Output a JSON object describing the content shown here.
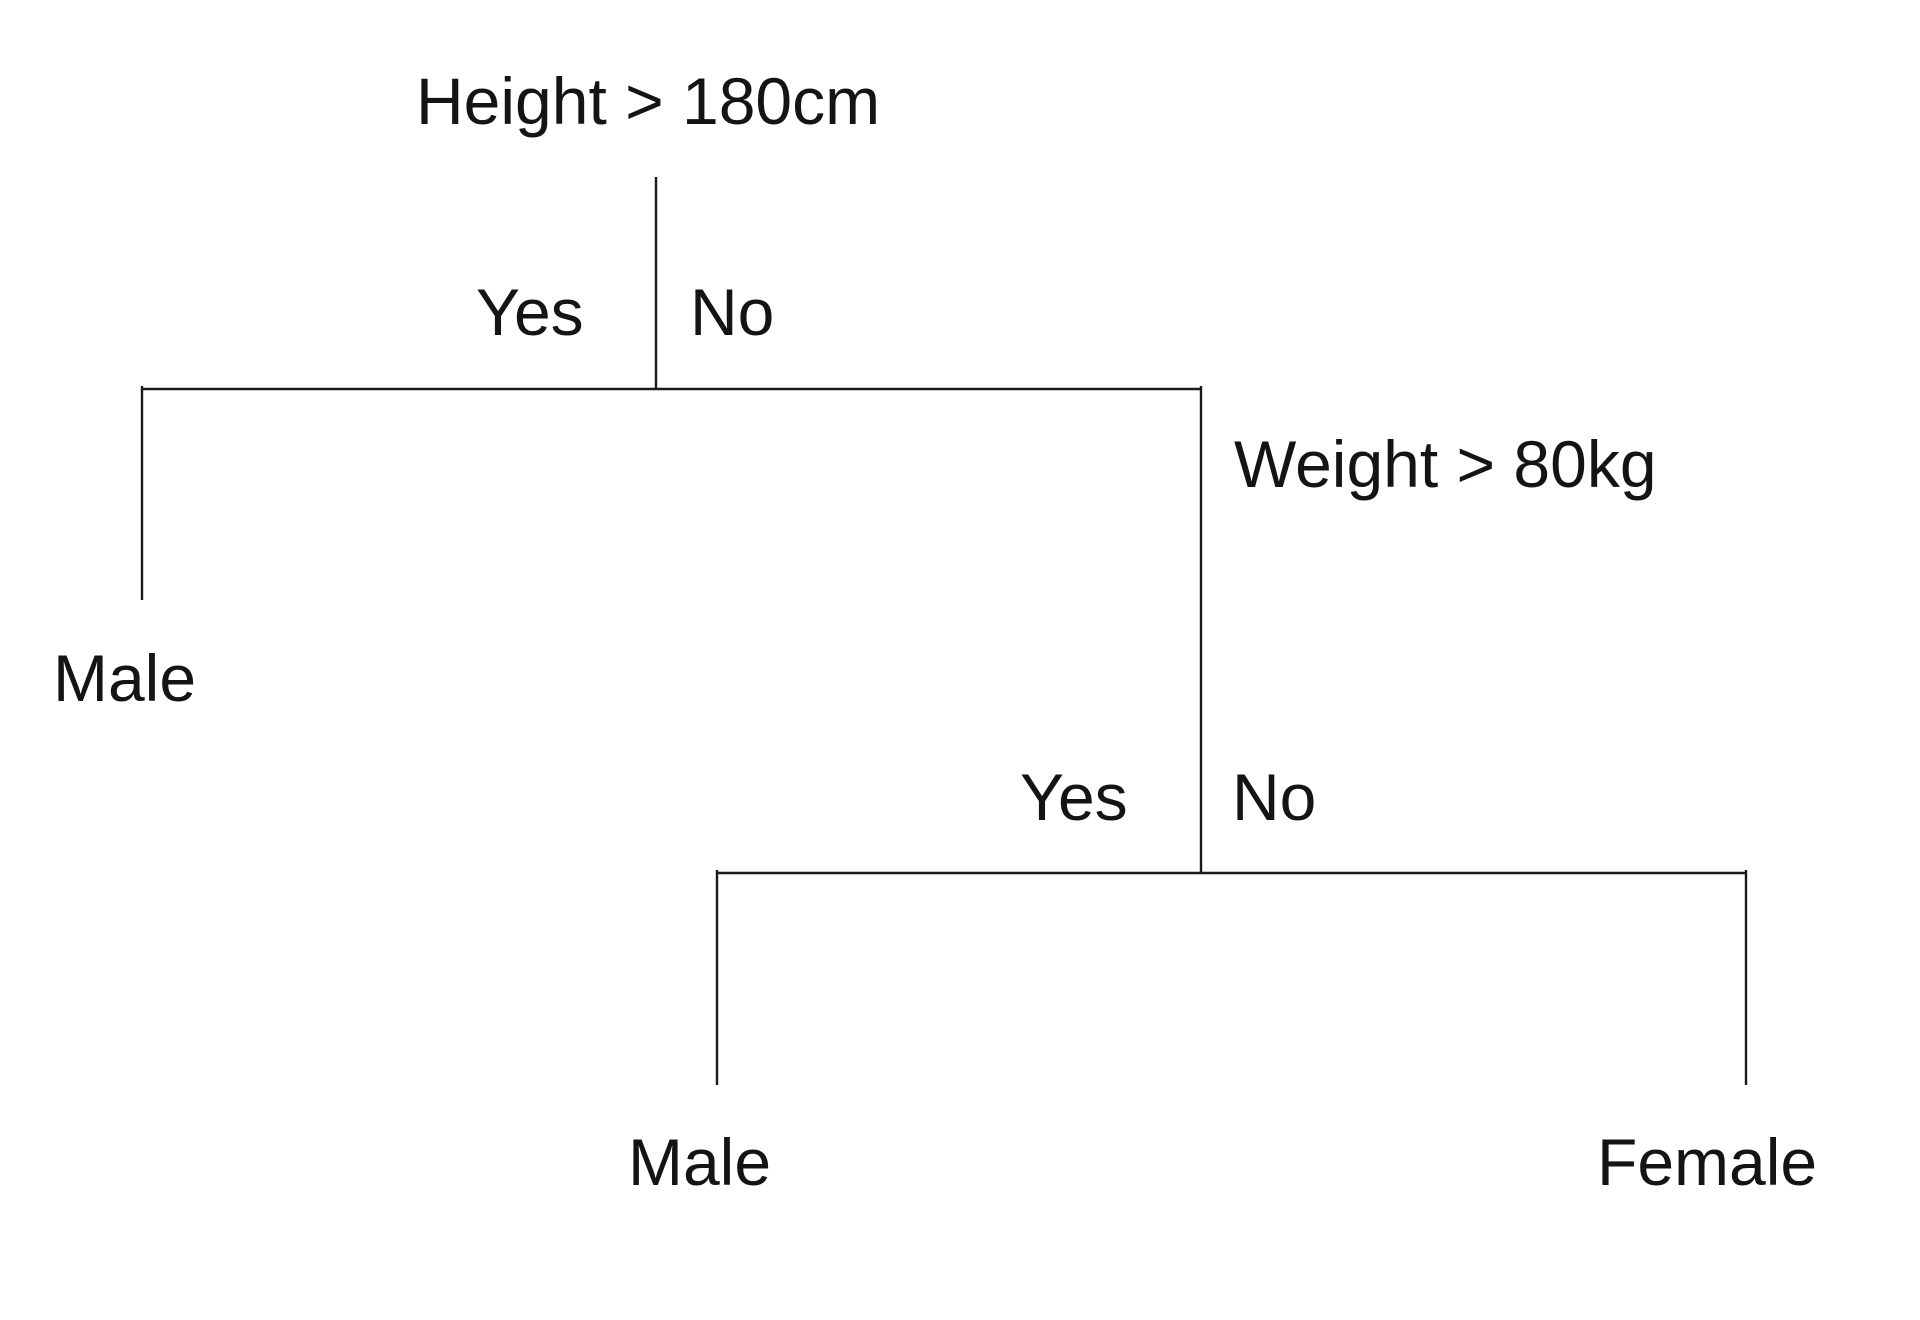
{
  "diagram": {
    "type": "decision-tree",
    "root": {
      "condition": "Height > 180cm",
      "yes_label": "Yes",
      "no_label": "No"
    },
    "root_yes_leaf": "Male",
    "inner": {
      "condition": "Weight > 80kg",
      "yes_label": "Yes",
      "no_label": "No"
    },
    "inner_yes_leaf": "Male",
    "inner_no_leaf": "Female"
  }
}
